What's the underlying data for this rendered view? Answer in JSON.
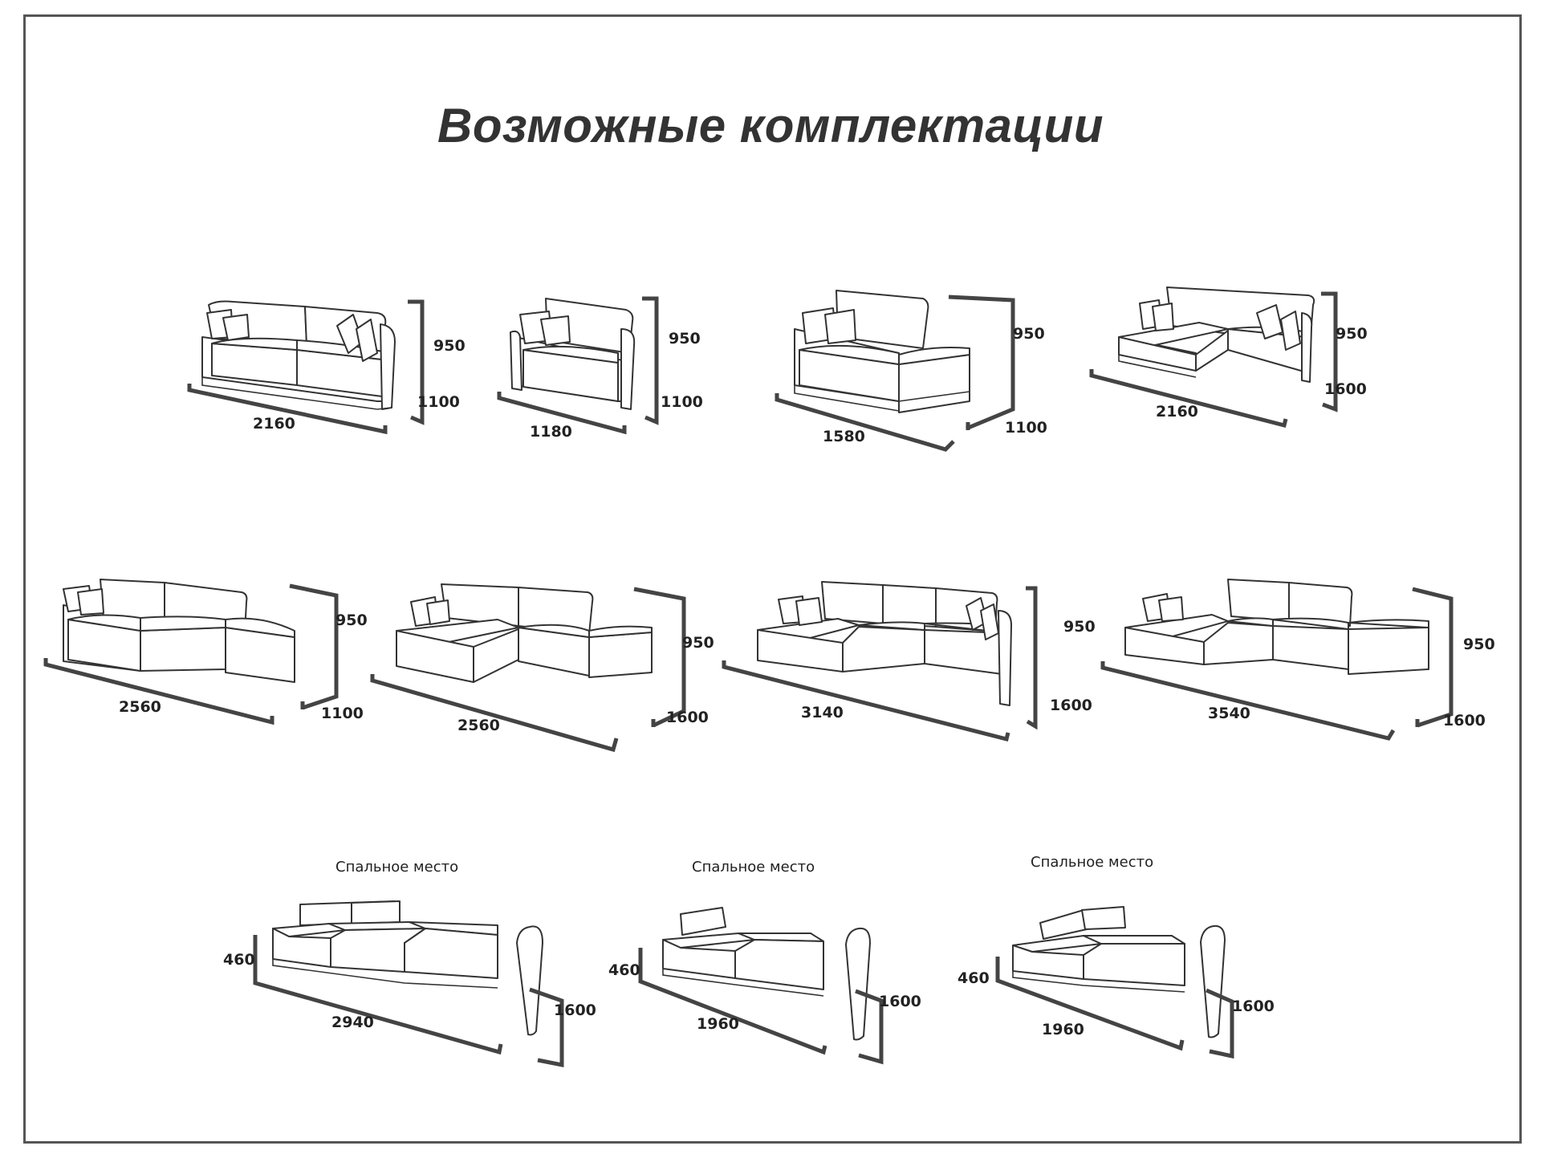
{
  "title": "Возможные комплектации",
  "configs": [
    {
      "depth": "950",
      "height": "1100",
      "width": "2160"
    },
    {
      "depth": "950",
      "height": "1100",
      "width": "1180"
    },
    {
      "depth": "950",
      "height": "1100",
      "width": "1580"
    },
    {
      "depth": "950",
      "height": "1600",
      "width": "2160"
    },
    {
      "depth": "950",
      "height": "1100",
      "width": "2560"
    },
    {
      "depth": "950",
      "height": "1600",
      "width": "2560"
    },
    {
      "depth": "950",
      "height": "1600",
      "width": "3140"
    },
    {
      "depth": "950",
      "height": "1600",
      "width": "3540"
    }
  ],
  "sleeping": [
    {
      "caption": "Спальное место",
      "height": "460",
      "depth": "1600",
      "width": "2940"
    },
    {
      "caption": "Спальное место",
      "height": "460",
      "depth": "1600",
      "width": "1960"
    },
    {
      "caption": "Спальное место",
      "height": "460",
      "depth": "1600",
      "width": "1960"
    }
  ],
  "colors": {
    "ink": "#333333",
    "frame": "#555555",
    "background": "#ffffff"
  }
}
